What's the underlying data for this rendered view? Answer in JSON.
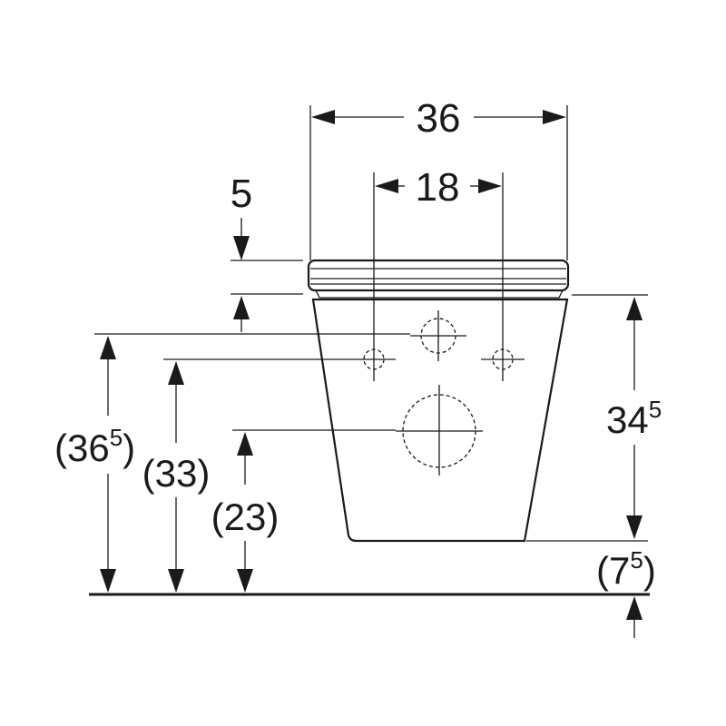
{
  "dimensions": {
    "width_total": "36",
    "hole_spacing": "18",
    "seat_thickness": "5",
    "bowl_height_main": "34",
    "bowl_height_sup": "5",
    "upper_hole_height_main": "(36",
    "upper_hole_height_sup": "5",
    "upper_hole_height_close": ")",
    "fixing_height": "(33)",
    "outlet_height": "(23)",
    "floor_gap_open": "(7",
    "floor_gap_sup": "5",
    "floor_gap_close": ")"
  },
  "colors": {
    "line": "#1a1a1a",
    "background": "#ffffff"
  }
}
